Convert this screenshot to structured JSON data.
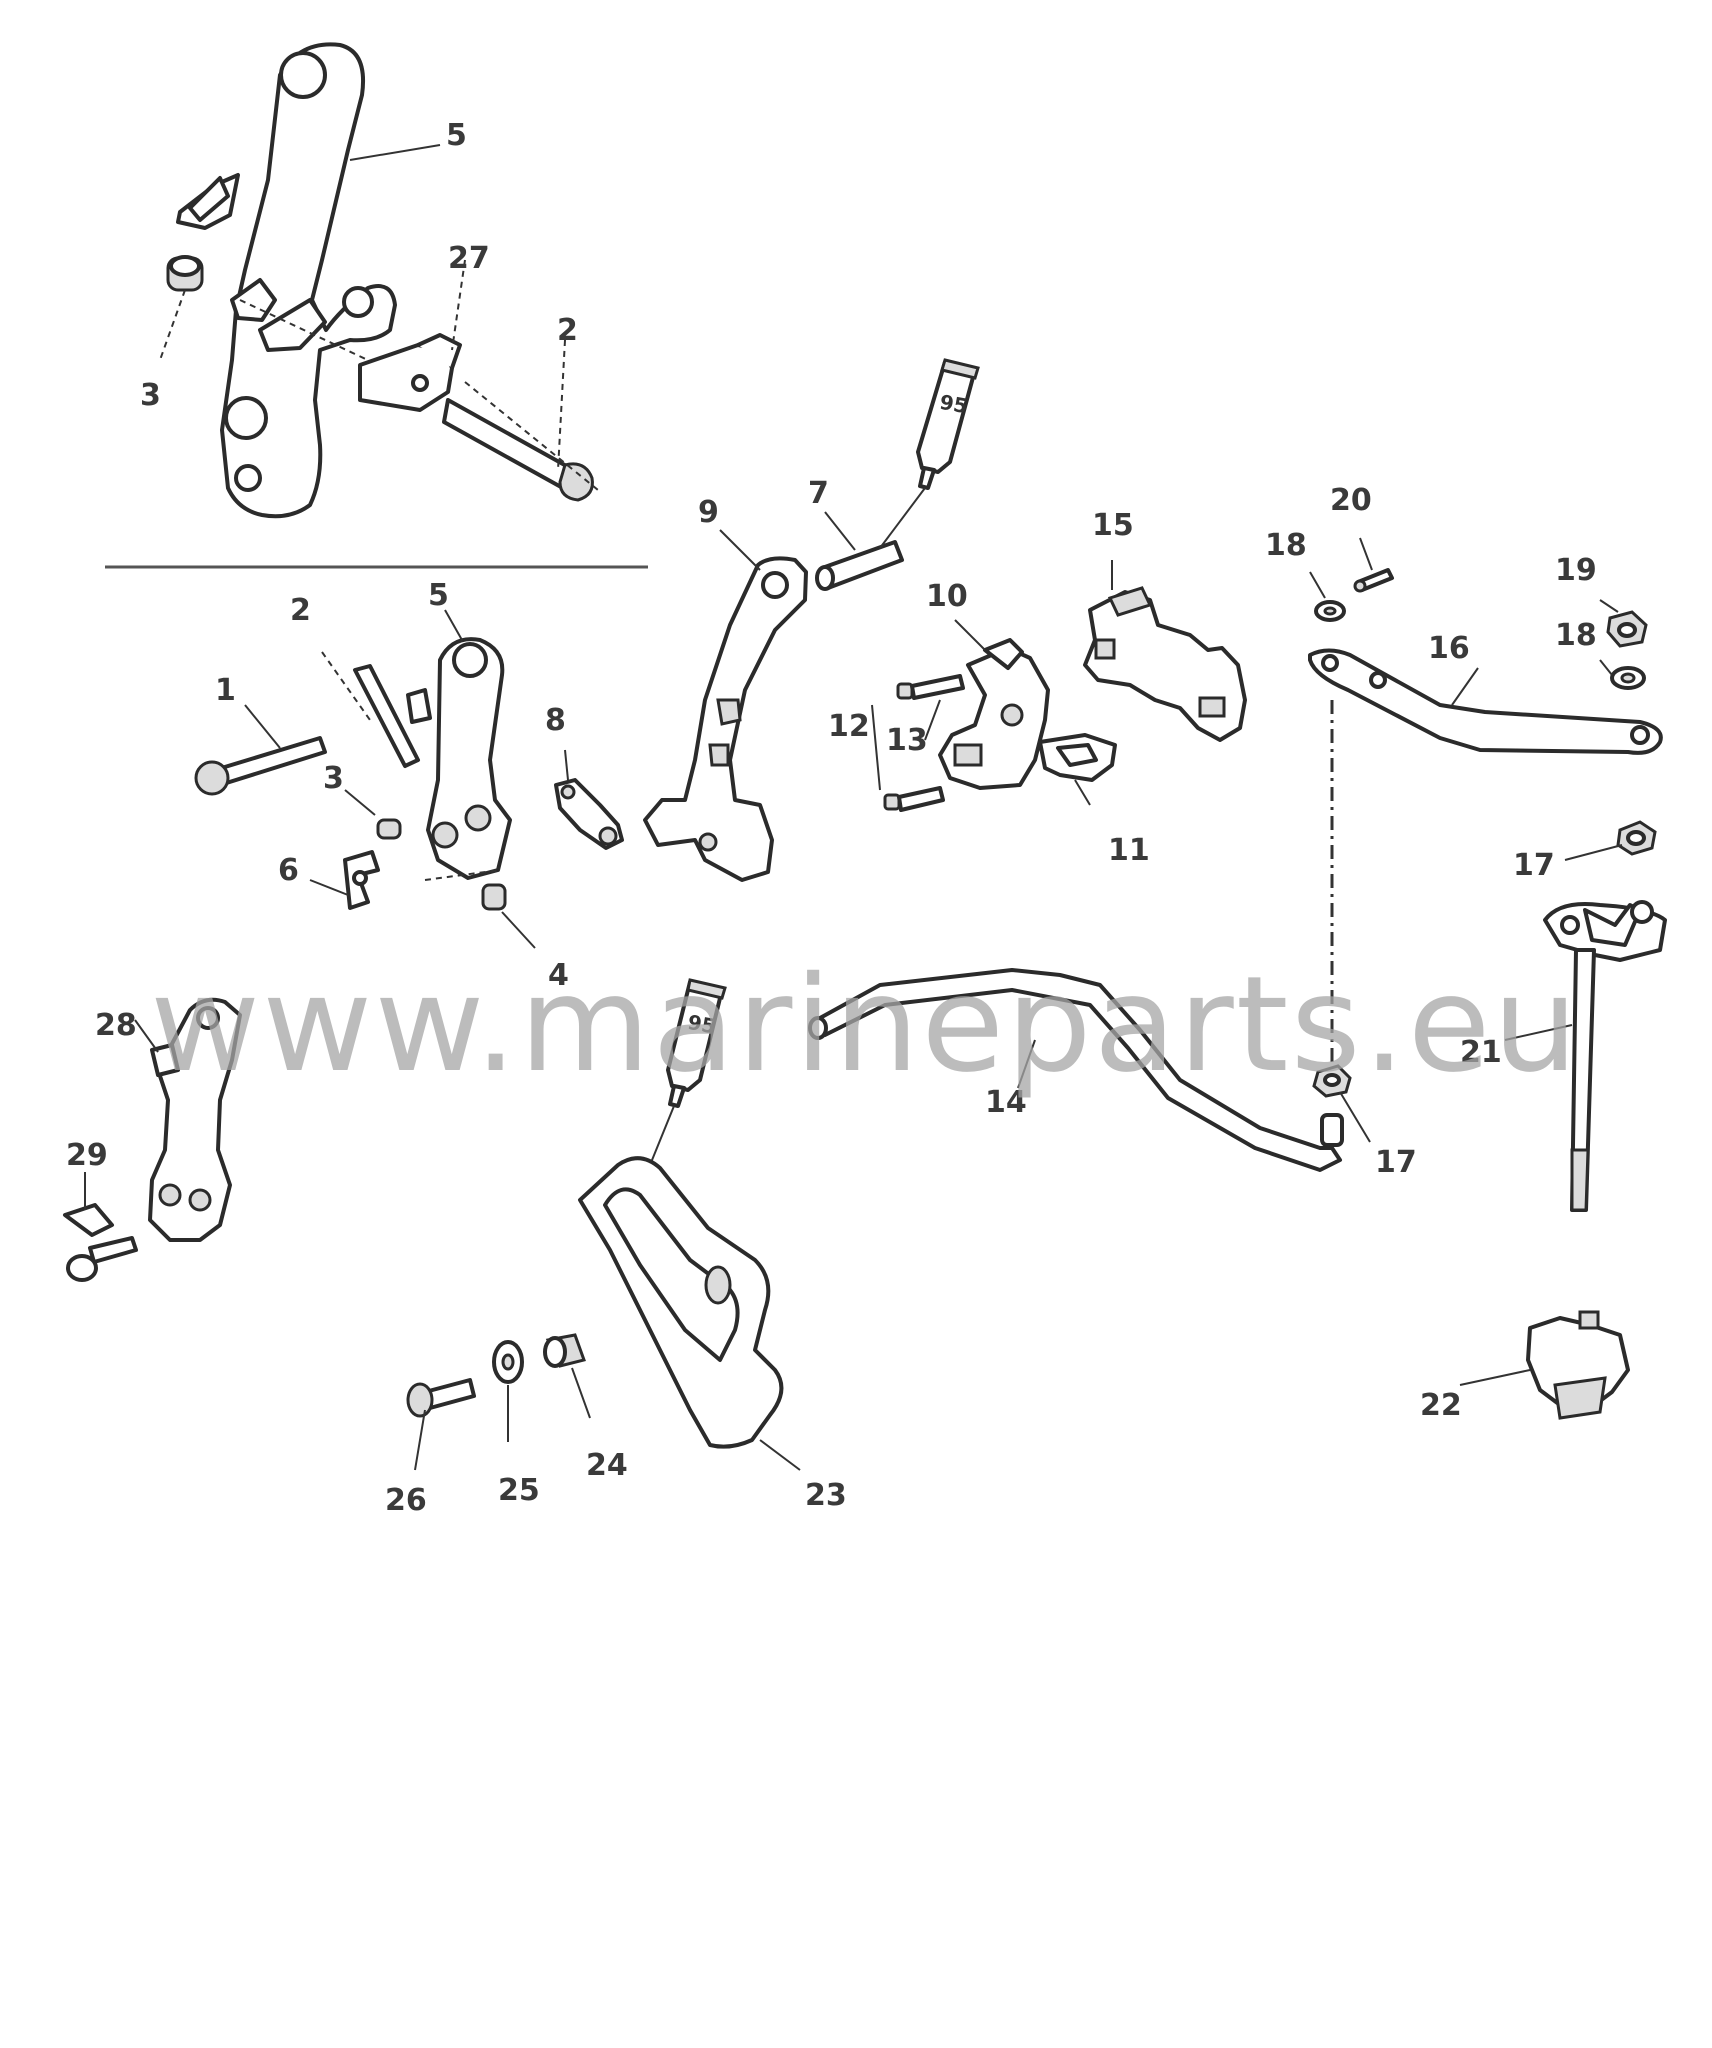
{
  "diagram": {
    "part_numbers": {
      "n1": "1",
      "n2_upper": "2",
      "n2_lower": "2",
      "n3_upper": "3",
      "n3_lower": "3",
      "n4": "4",
      "n5_upper": "5",
      "n5_lower": "5",
      "n6": "6",
      "n7": "7",
      "n8": "8",
      "n9": "9",
      "n10": "10",
      "n11": "11",
      "n12": "12",
      "n13": "13",
      "n14": "14",
      "n15": "15",
      "n16": "16",
      "n17_upper": "17",
      "n17_lower": "17",
      "n18_left": "18",
      "n18_right": "18",
      "n19": "19",
      "n20": "20",
      "n21": "21",
      "n22": "22",
      "n23": "23",
      "n24": "24",
      "n25": "25",
      "n26": "26",
      "n27": "27",
      "n28": "28",
      "n29": "29"
    },
    "lubricant_tubes": {
      "tube_upper": "95",
      "tube_lower": "95"
    },
    "watermark": "www.marineparts.eu"
  }
}
